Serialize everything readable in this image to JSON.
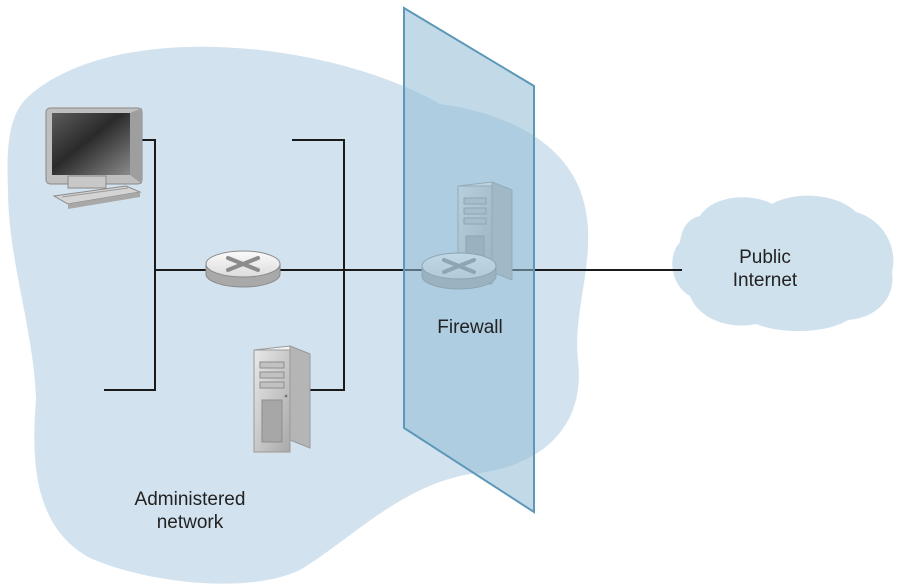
{
  "labels": {
    "administered_network": [
      "Administered",
      "network"
    ],
    "firewall": "Firewall",
    "public_internet": [
      "Public",
      "Internet"
    ]
  },
  "colors": {
    "network_cloud": "#d2e3ef",
    "internet_cloud": "#d0e1ee",
    "firewall_panel": "#8fbbd3",
    "firewall_edge": "#5d98b8",
    "link": "#1a1a1a"
  },
  "icons": {
    "host": "desktop-computer-icon",
    "router": "router-icon",
    "server": "server-tower-icon"
  }
}
